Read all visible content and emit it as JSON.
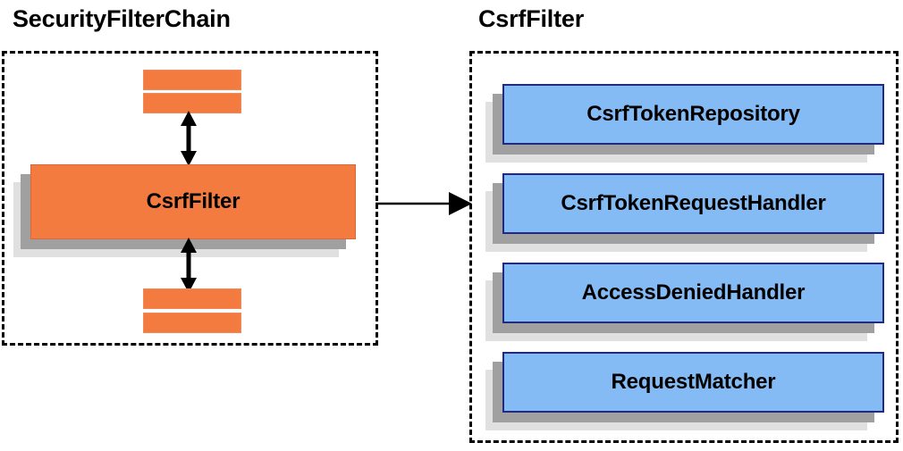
{
  "diagram": {
    "left_panel": {
      "title": "SecurityFilterChain",
      "main_box": {
        "label": "CsrfFilter",
        "fill": "#f47b3f"
      },
      "filter_bars": [
        {
          "name": "filter-bar-top-1"
        },
        {
          "name": "filter-bar-top-2"
        },
        {
          "name": "filter-bar-bottom-1"
        },
        {
          "name": "filter-bar-bottom-2"
        }
      ],
      "arrows": [
        {
          "name": "arrow-above-csrffilter",
          "kind": "double-headed-vertical"
        },
        {
          "name": "arrow-below-csrffilter",
          "kind": "double-headed-vertical"
        }
      ]
    },
    "connector": {
      "name": "connector-arrow",
      "kind": "single-headed-horizontal"
    },
    "right_panel": {
      "title": "CsrfFilter",
      "collaborators": [
        {
          "label": "CsrfTokenRepository"
        },
        {
          "label": "CsrfTokenRequestHandler"
        },
        {
          "label": "AccessDeniedHandler"
        },
        {
          "label": "RequestMatcher"
        }
      ],
      "box_fill": "#84bbf5",
      "box_border": "#1f2a80"
    },
    "colors": {
      "orange": "#f47b3f",
      "orange_border": "#d9693a",
      "blue": "#84bbf5",
      "blue_border": "#1f2a80",
      "shadow_dark": "#a0a0a0",
      "shadow_light": "#e0e0e0",
      "panel_border": "#000000",
      "background": "#ffffff"
    }
  }
}
